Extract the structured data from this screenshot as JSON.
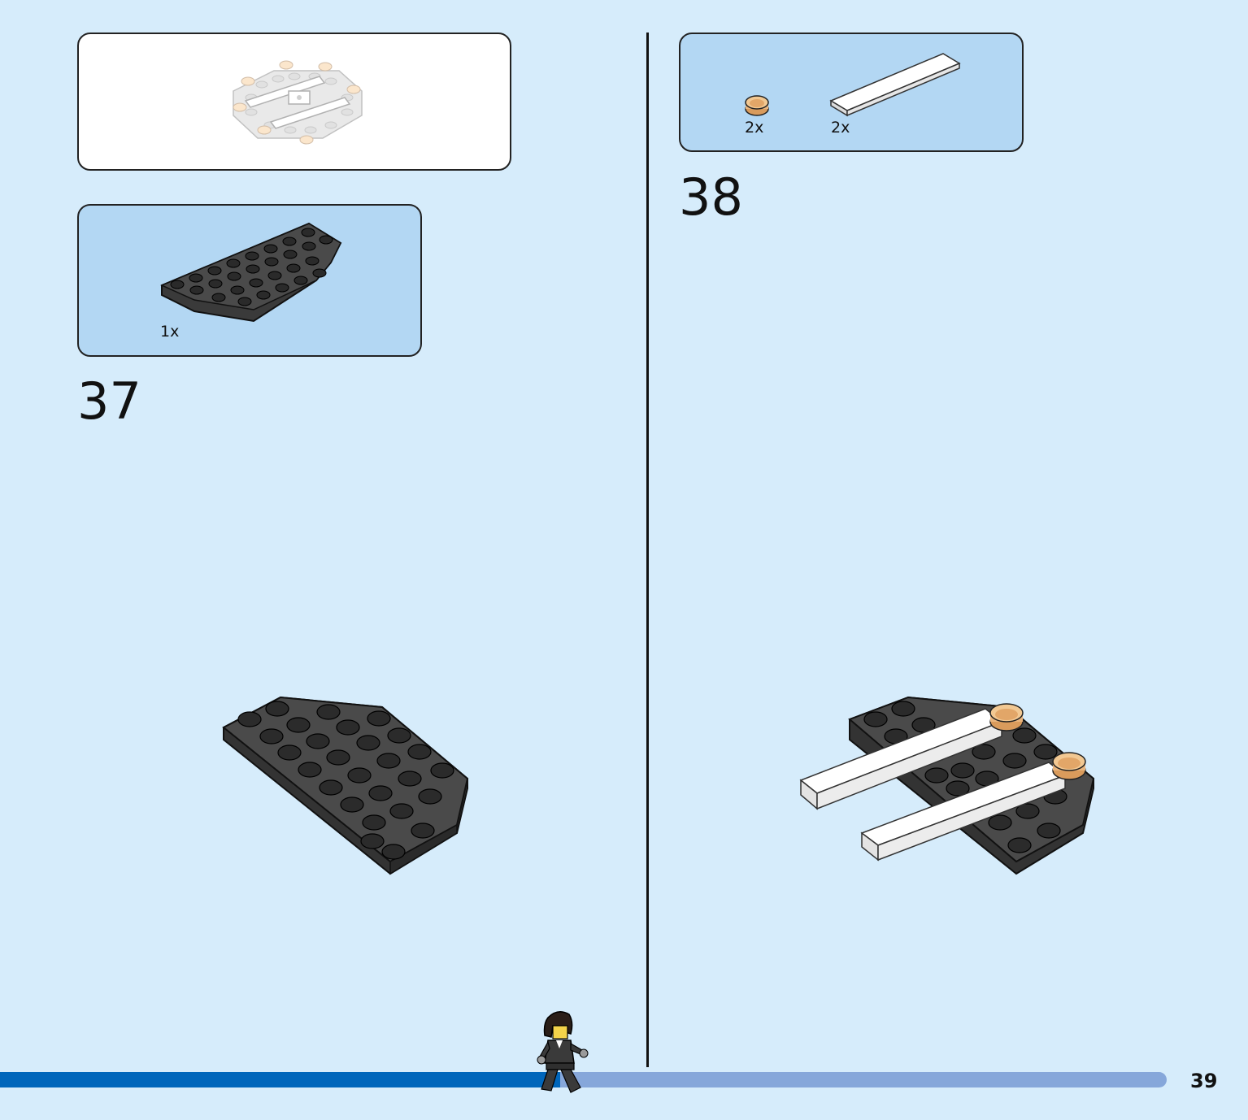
{
  "progress": {
    "fraction": 0.48
  },
  "page": {
    "number": "39"
  },
  "step37": {
    "number": "37",
    "parts": [
      {
        "quantity": "1x",
        "icon": "black-wedge-plate-icon",
        "color": "#3a3a3a"
      }
    ]
  },
  "step38": {
    "number": "38",
    "parts": [
      {
        "quantity": "2x",
        "icon": "tan-round-tile-icon",
        "color": "#e9b57e"
      },
      {
        "quantity": "2x",
        "icon": "white-flat-tile-icon",
        "color": "#f5f5f5"
      }
    ]
  },
  "colors": {
    "page_background": "#d6ecfb",
    "callout_blue": "#b3d7f3",
    "progress_done": "#0066bb",
    "progress_remaining": "#86a7da"
  }
}
